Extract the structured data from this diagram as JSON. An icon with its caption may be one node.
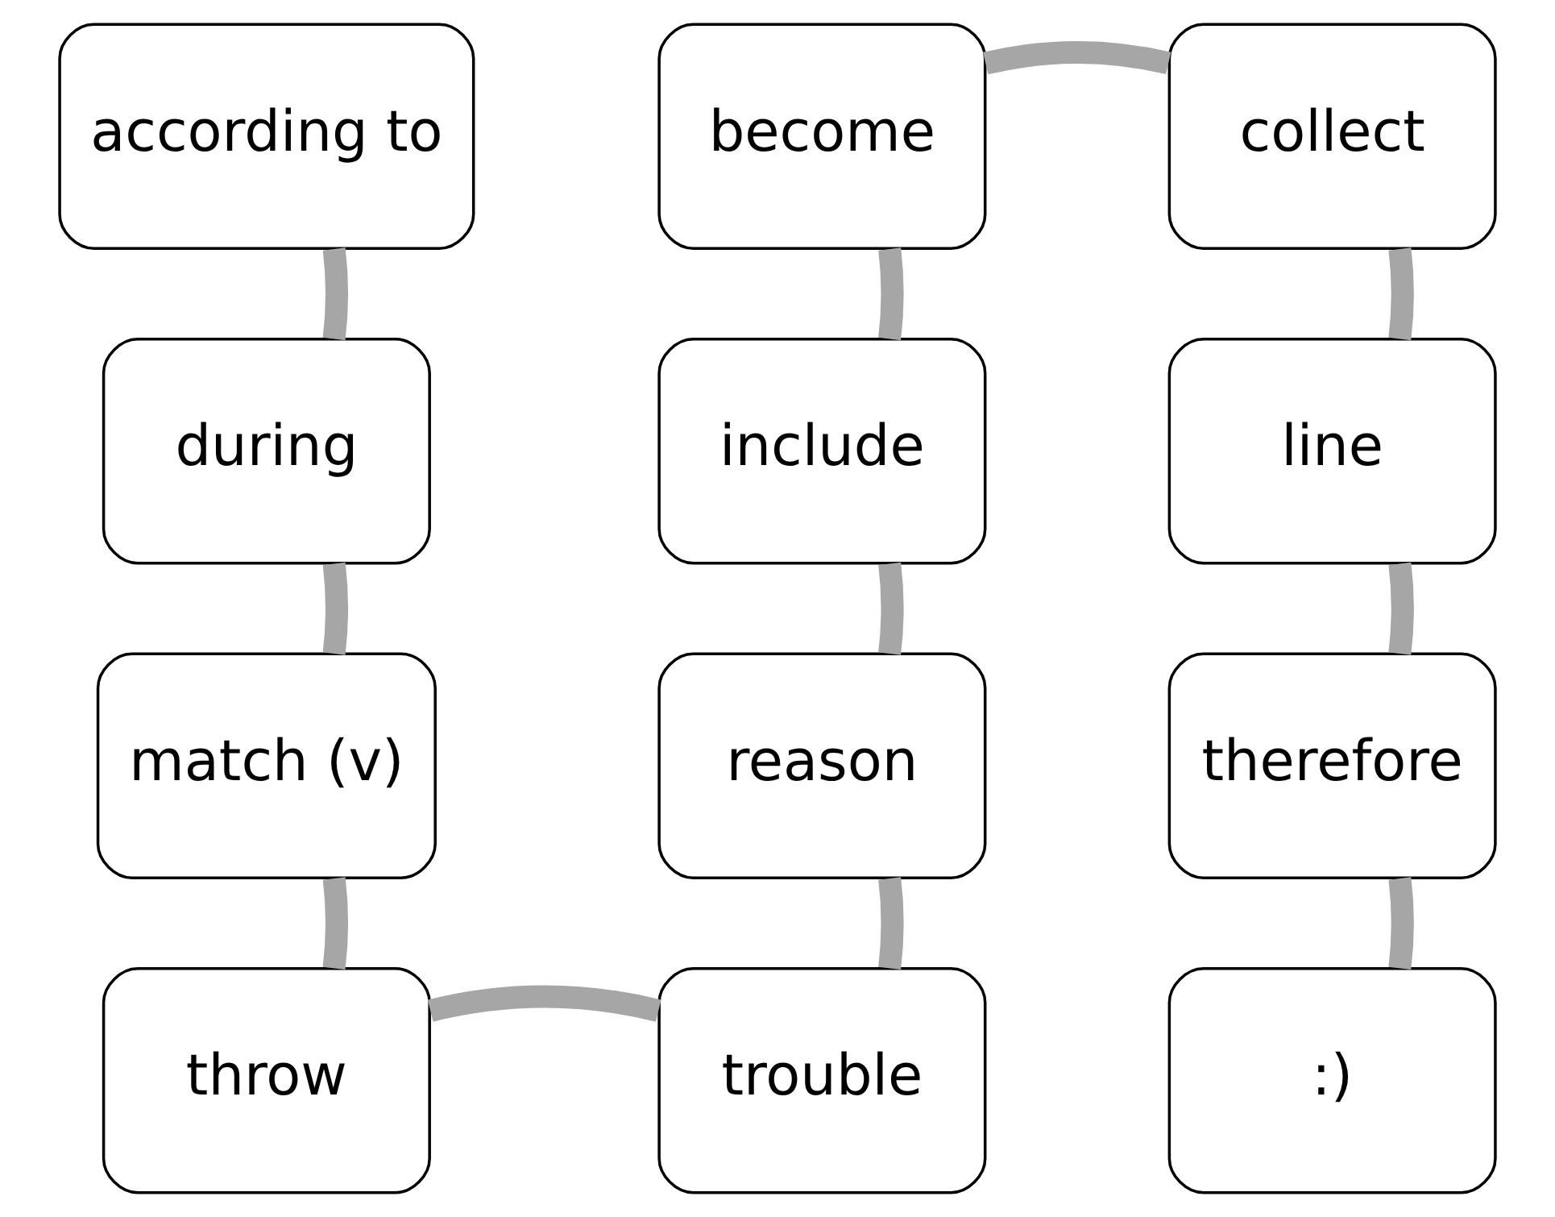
{
  "diagram": {
    "nodes": [
      {
        "text": [
          "according to"
        ]
      },
      {
        "text": [
          "become"
        ]
      },
      {
        "text": [
          "collect"
        ]
      },
      {
        "text": [
          "during"
        ]
      },
      {
        "text": [
          "include"
        ]
      },
      {
        "text": [
          "line"
        ]
      },
      {
        "text": [
          "match (v)"
        ]
      },
      {
        "text": [
          "reason"
        ]
      },
      {
        "text": [
          "therefore"
        ]
      },
      {
        "text": [
          "throw"
        ]
      },
      {
        "text": [
          "trouble"
        ]
      },
      {
        "text": [
          ":)"
        ]
      }
    ],
    "edges": [
      {
        "from": 0,
        "to": 3,
        "arrow": "none"
      },
      {
        "from": 3,
        "to": 6,
        "arrow": "none"
      },
      {
        "from": 6,
        "to": 9,
        "arrow": "none"
      },
      {
        "from": 9,
        "to": 10,
        "arrow": "none"
      },
      {
        "from": 10,
        "to": 7,
        "arrow": "none"
      },
      {
        "from": 7,
        "to": 4,
        "arrow": "none"
      },
      {
        "from": 4,
        "to": 1,
        "arrow": "none"
      },
      {
        "from": 1,
        "to": 2,
        "arrow": "none"
      },
      {
        "from": 2,
        "to": 5,
        "arrow": "none"
      },
      {
        "from": 5,
        "to": 8,
        "arrow": "none"
      },
      {
        "from": 8,
        "to": 11,
        "arrow": "none"
      }
    ]
  }
}
